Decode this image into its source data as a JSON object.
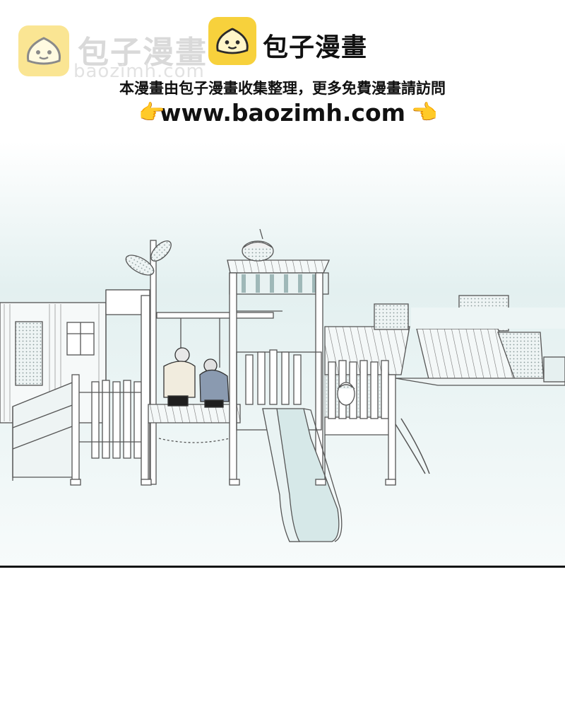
{
  "watermark": {
    "ghost_title": "包子漫畫",
    "ghost_url": "baozimh.com",
    "title": "包子漫畫",
    "tagline": "本漫畫由包子漫畫收集整理，更多免費漫畫請訪問",
    "url": "www.baozimh.com",
    "hand_left": "👉",
    "hand_right": "👈"
  },
  "colors": {
    "logo_yellow": "#f7d13c",
    "sky_top": "#ffffff",
    "sky_tint": "#dcecec",
    "slide_fill": "#d6e8e8",
    "line": "#555555"
  },
  "icons": [
    "bun-logo-icon",
    "pointing-hand-icon"
  ]
}
